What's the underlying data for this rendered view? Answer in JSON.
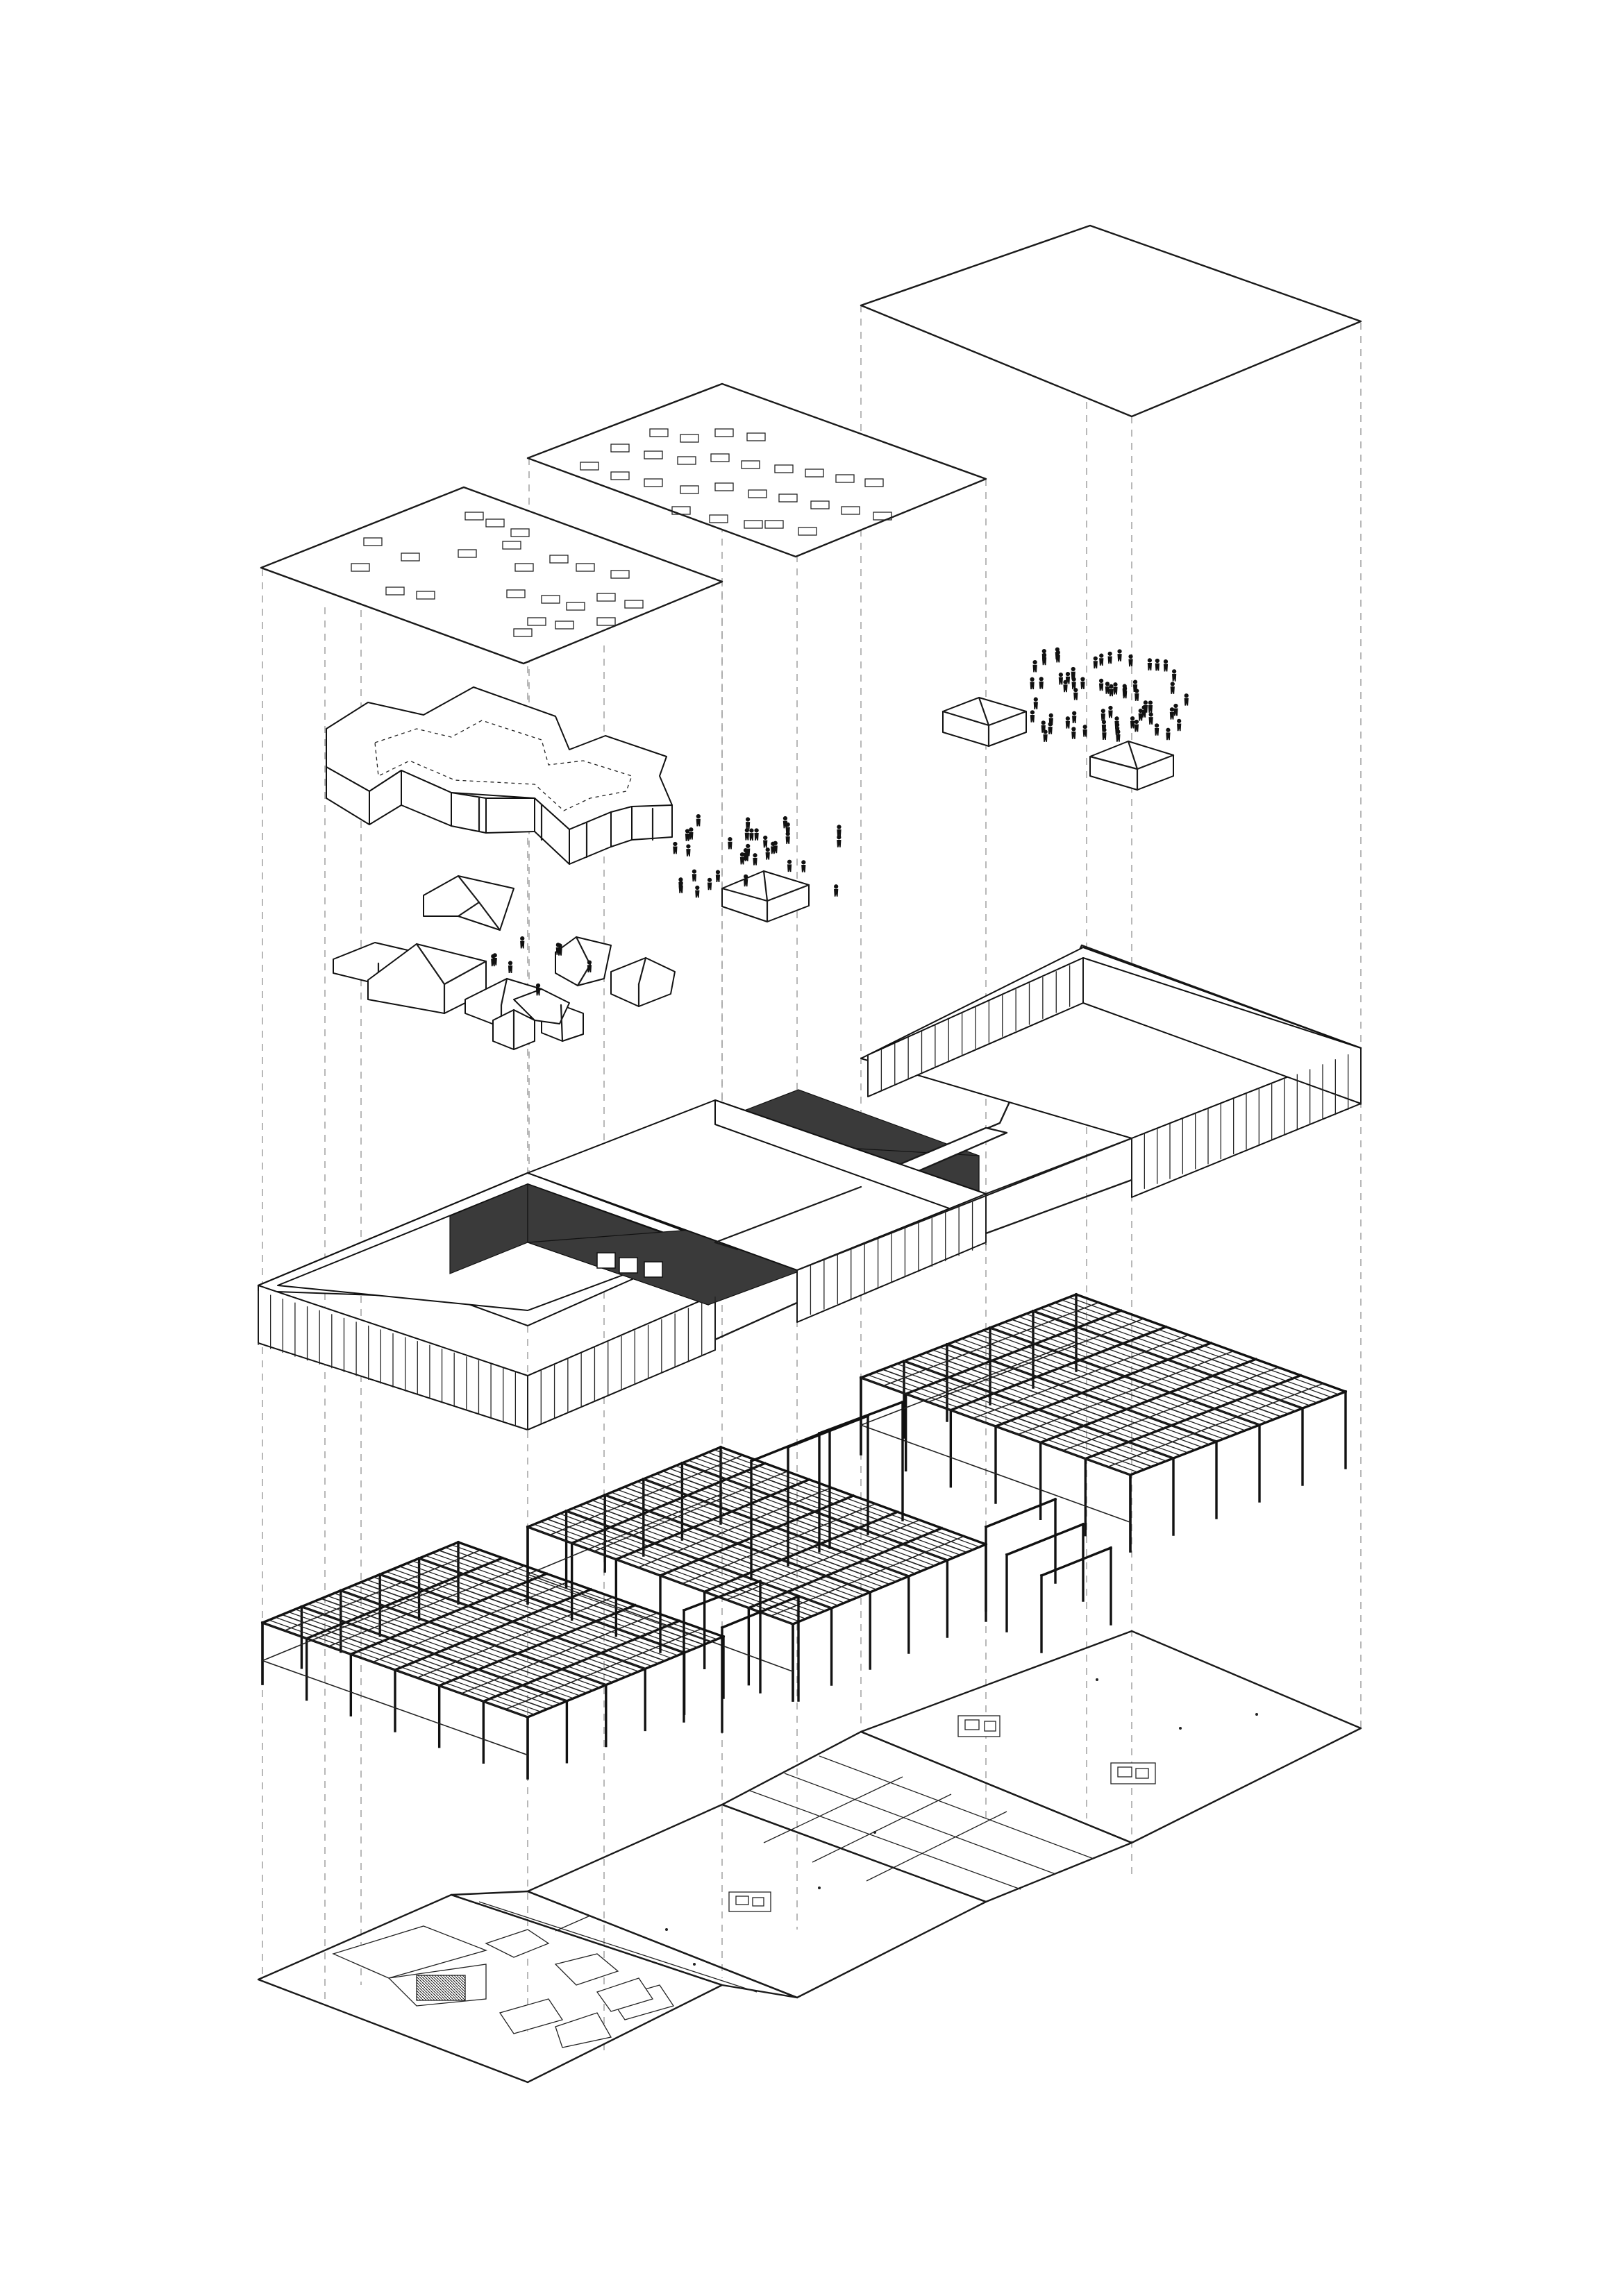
{
  "diagram": {
    "type": "exploded-axonometric",
    "layers": [
      {
        "id": "roof-plates"
      },
      {
        "id": "courtyard-walls"
      },
      {
        "id": "pavilions-and-people"
      },
      {
        "id": "facade-envelope"
      },
      {
        "id": "steel-structure"
      },
      {
        "id": "ground-plans"
      }
    ],
    "colors": {
      "line": "#1a1a1a",
      "guide": "#9a9a9a",
      "fill": "#ffffff",
      "dark": "#3a3a3a"
    }
  }
}
